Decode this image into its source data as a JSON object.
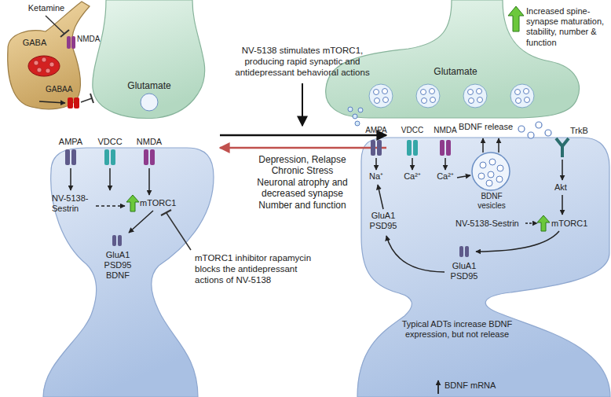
{
  "diagram": {
    "nodes": [
      {
        "text": [
          "GABA"
        ]
      },
      {
        "text": [
          "Glutamate"
        ]
      },
      {
        "text": [
          "AMPA",
          "VDCC",
          "NMDA",
          "NV-5138-Sestrin",
          "mTORC1",
          "GluA1 PSD95 BDNF"
        ]
      },
      {
        "text": [
          "Glutamate"
        ]
      },
      {
        "text": [
          "AMPA",
          "VDCC",
          "NMDA",
          "Na⁺",
          "Ca²⁺",
          "Ca²⁺",
          "BDNF release",
          "BDNF vesicles",
          "TrkB",
          "Akt",
          "NV-5138-Sestrin",
          "mTORC1",
          "GluA1 PSD95",
          "GluA1 PSD95",
          "Typical ADTs increase BDNF expression, but not release",
          "BDNF mRNA"
        ]
      }
    ],
    "labels": [
      "Ketamine",
      "NMDA",
      "GABAA",
      "NV-5138 stimulates mTORC1, producing rapid synaptic and antidepressant behavioral actions",
      "Depression, Relapse Chronic Stress Neuronal atrophy and decreased synapse Number and function",
      "mTORC1 inhibitor rapamycin blocks the antidepressant actions of NV-5138",
      "Increased spine-synapse maturation, stability, number & function"
    ]
  }
}
